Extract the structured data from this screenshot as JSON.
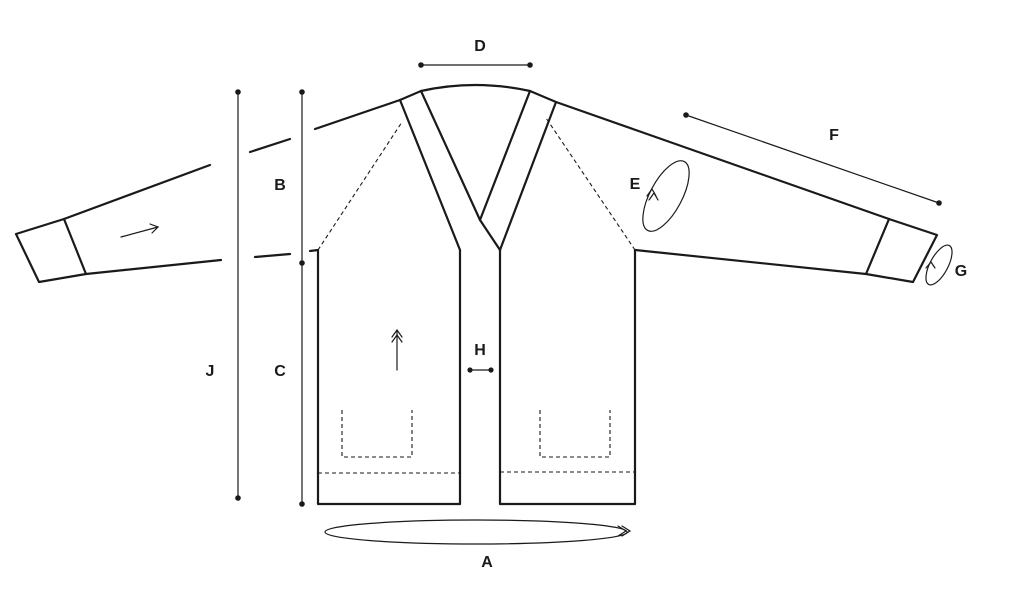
{
  "labels": {
    "A": "A",
    "B": "B",
    "C": "C",
    "D": "D",
    "E": "E",
    "F": "F",
    "G": "G",
    "H": "H",
    "J": "J"
  },
  "colors": {
    "line": "#1a1a1a",
    "background": "#ffffff"
  }
}
